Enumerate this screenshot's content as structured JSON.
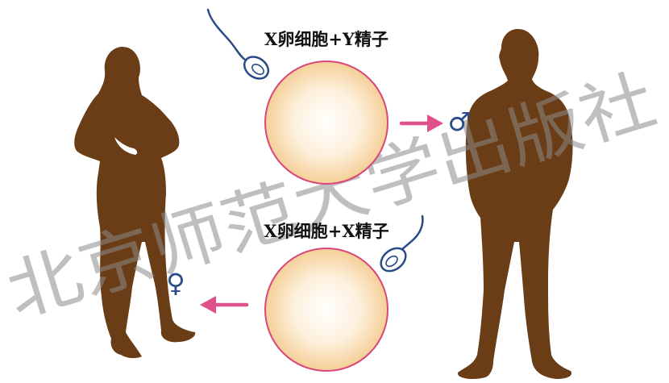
{
  "labels": {
    "top": "X卵细胞+Y精子",
    "bottom": "X卵细胞+X精子"
  },
  "symbols": {
    "male": "♂",
    "female": "♀"
  },
  "watermark": "北京师范大学出版社",
  "colors": {
    "silhouette": "#6b3d16",
    "arrow": "#e0508a",
    "sperm": "#2a4b86",
    "egg_outline": "#d9477a",
    "egg_center": "#ffffff",
    "egg_edge": "#f5cf97",
    "symbol": "#2a4b86"
  }
}
